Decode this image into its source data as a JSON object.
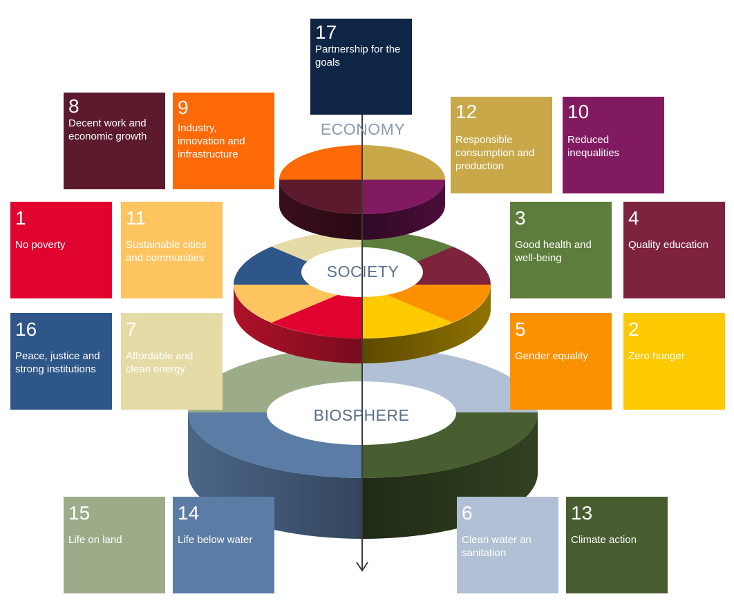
{
  "layers": {
    "economy": "ECONOMY",
    "society": "SOCIETY",
    "biosphere": "BIOSPHERE"
  },
  "goals": [
    {
      "number": "17",
      "label": "Partnership for the goals",
      "color": "#0f2545",
      "layer": "economy"
    },
    {
      "number": "8",
      "label": "Decent work and economic growth",
      "color": "#5c1a2d",
      "layer": "economy"
    },
    {
      "number": "9",
      "label": "Industry, innovation and infrastructure",
      "color": "#fd6a07",
      "layer": "economy"
    },
    {
      "number": "12",
      "label": "Responsible consumption and production",
      "color": "#c9a84a",
      "layer": "economy"
    },
    {
      "number": "10",
      "label": "Reduced inequalities",
      "color": "#821a62",
      "layer": "economy"
    },
    {
      "number": "1",
      "label": "No poverty",
      "color": "#e0032f",
      "layer": "society"
    },
    {
      "number": "11",
      "label": "Sustainable cities and communities",
      "color": "#fdc460",
      "layer": "society"
    },
    {
      "number": "3",
      "label": "Good health and well-being",
      "color": "#5d7d3c",
      "layer": "society"
    },
    {
      "number": "4",
      "label": "Quality education",
      "color": "#7e233e",
      "layer": "society"
    },
    {
      "number": "16",
      "label": "Peace, justice and strong institutions",
      "color": "#2f5688",
      "layer": "society"
    },
    {
      "number": "7",
      "label": "Affordable and clean energy",
      "color": "#e5dba6",
      "layer": "society"
    },
    {
      "number": "5",
      "label": "Gender equality",
      "color": "#fb9101",
      "layer": "society"
    },
    {
      "number": "2",
      "label": "Zero hunger",
      "color": "#fdc900",
      "layer": "society"
    },
    {
      "number": "15",
      "label": "Life on land",
      "color": "#9cac88",
      "layer": "biosphere"
    },
    {
      "number": "14",
      "label": "Life below water",
      "color": "#5b7ca5",
      "layer": "biosphere"
    },
    {
      "number": "6",
      "label": "Clean water an sanitation",
      "color": "#b1c0d4",
      "layer": "biosphere"
    },
    {
      "number": "13",
      "label": "Climate action",
      "color": "#485e30",
      "layer": "biosphere"
    }
  ]
}
